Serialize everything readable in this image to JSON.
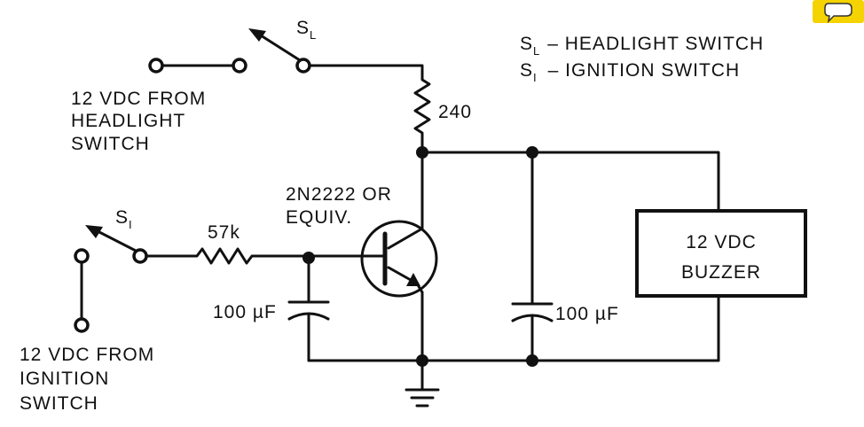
{
  "legend": {
    "sl_prefix": "S",
    "sl_sub": "L",
    "sl_text": "– HEADLIGHT SWITCH",
    "si_prefix": "S",
    "si_sub": "I",
    "si_text": "– IGNITION SWITCH"
  },
  "switch_headlight": {
    "prefix": "S",
    "sub": "L"
  },
  "switch_ignition": {
    "prefix": "S",
    "sub": "I"
  },
  "headlight_source_label": [
    "12 VDC FROM",
    "HEADLIGHT",
    "SWITCH"
  ],
  "ignition_source_label": [
    "12 VDC FROM",
    "IGNITION",
    "SWITCH"
  ],
  "resistor_top": "240",
  "resistor_base": "57k",
  "transistor_label": [
    "2N2222 OR",
    "EQUIV."
  ],
  "cap_left_label": "100 µF",
  "cap_right_label": "100 µF",
  "buzzer_label": [
    "12 VDC",
    "BUZZER"
  ],
  "icons": {
    "corner": "chat-bubble-icon",
    "ground": "ground-icon"
  },
  "colors": {
    "ink": "#111111",
    "corner_icon_fill": "#f5d300"
  }
}
